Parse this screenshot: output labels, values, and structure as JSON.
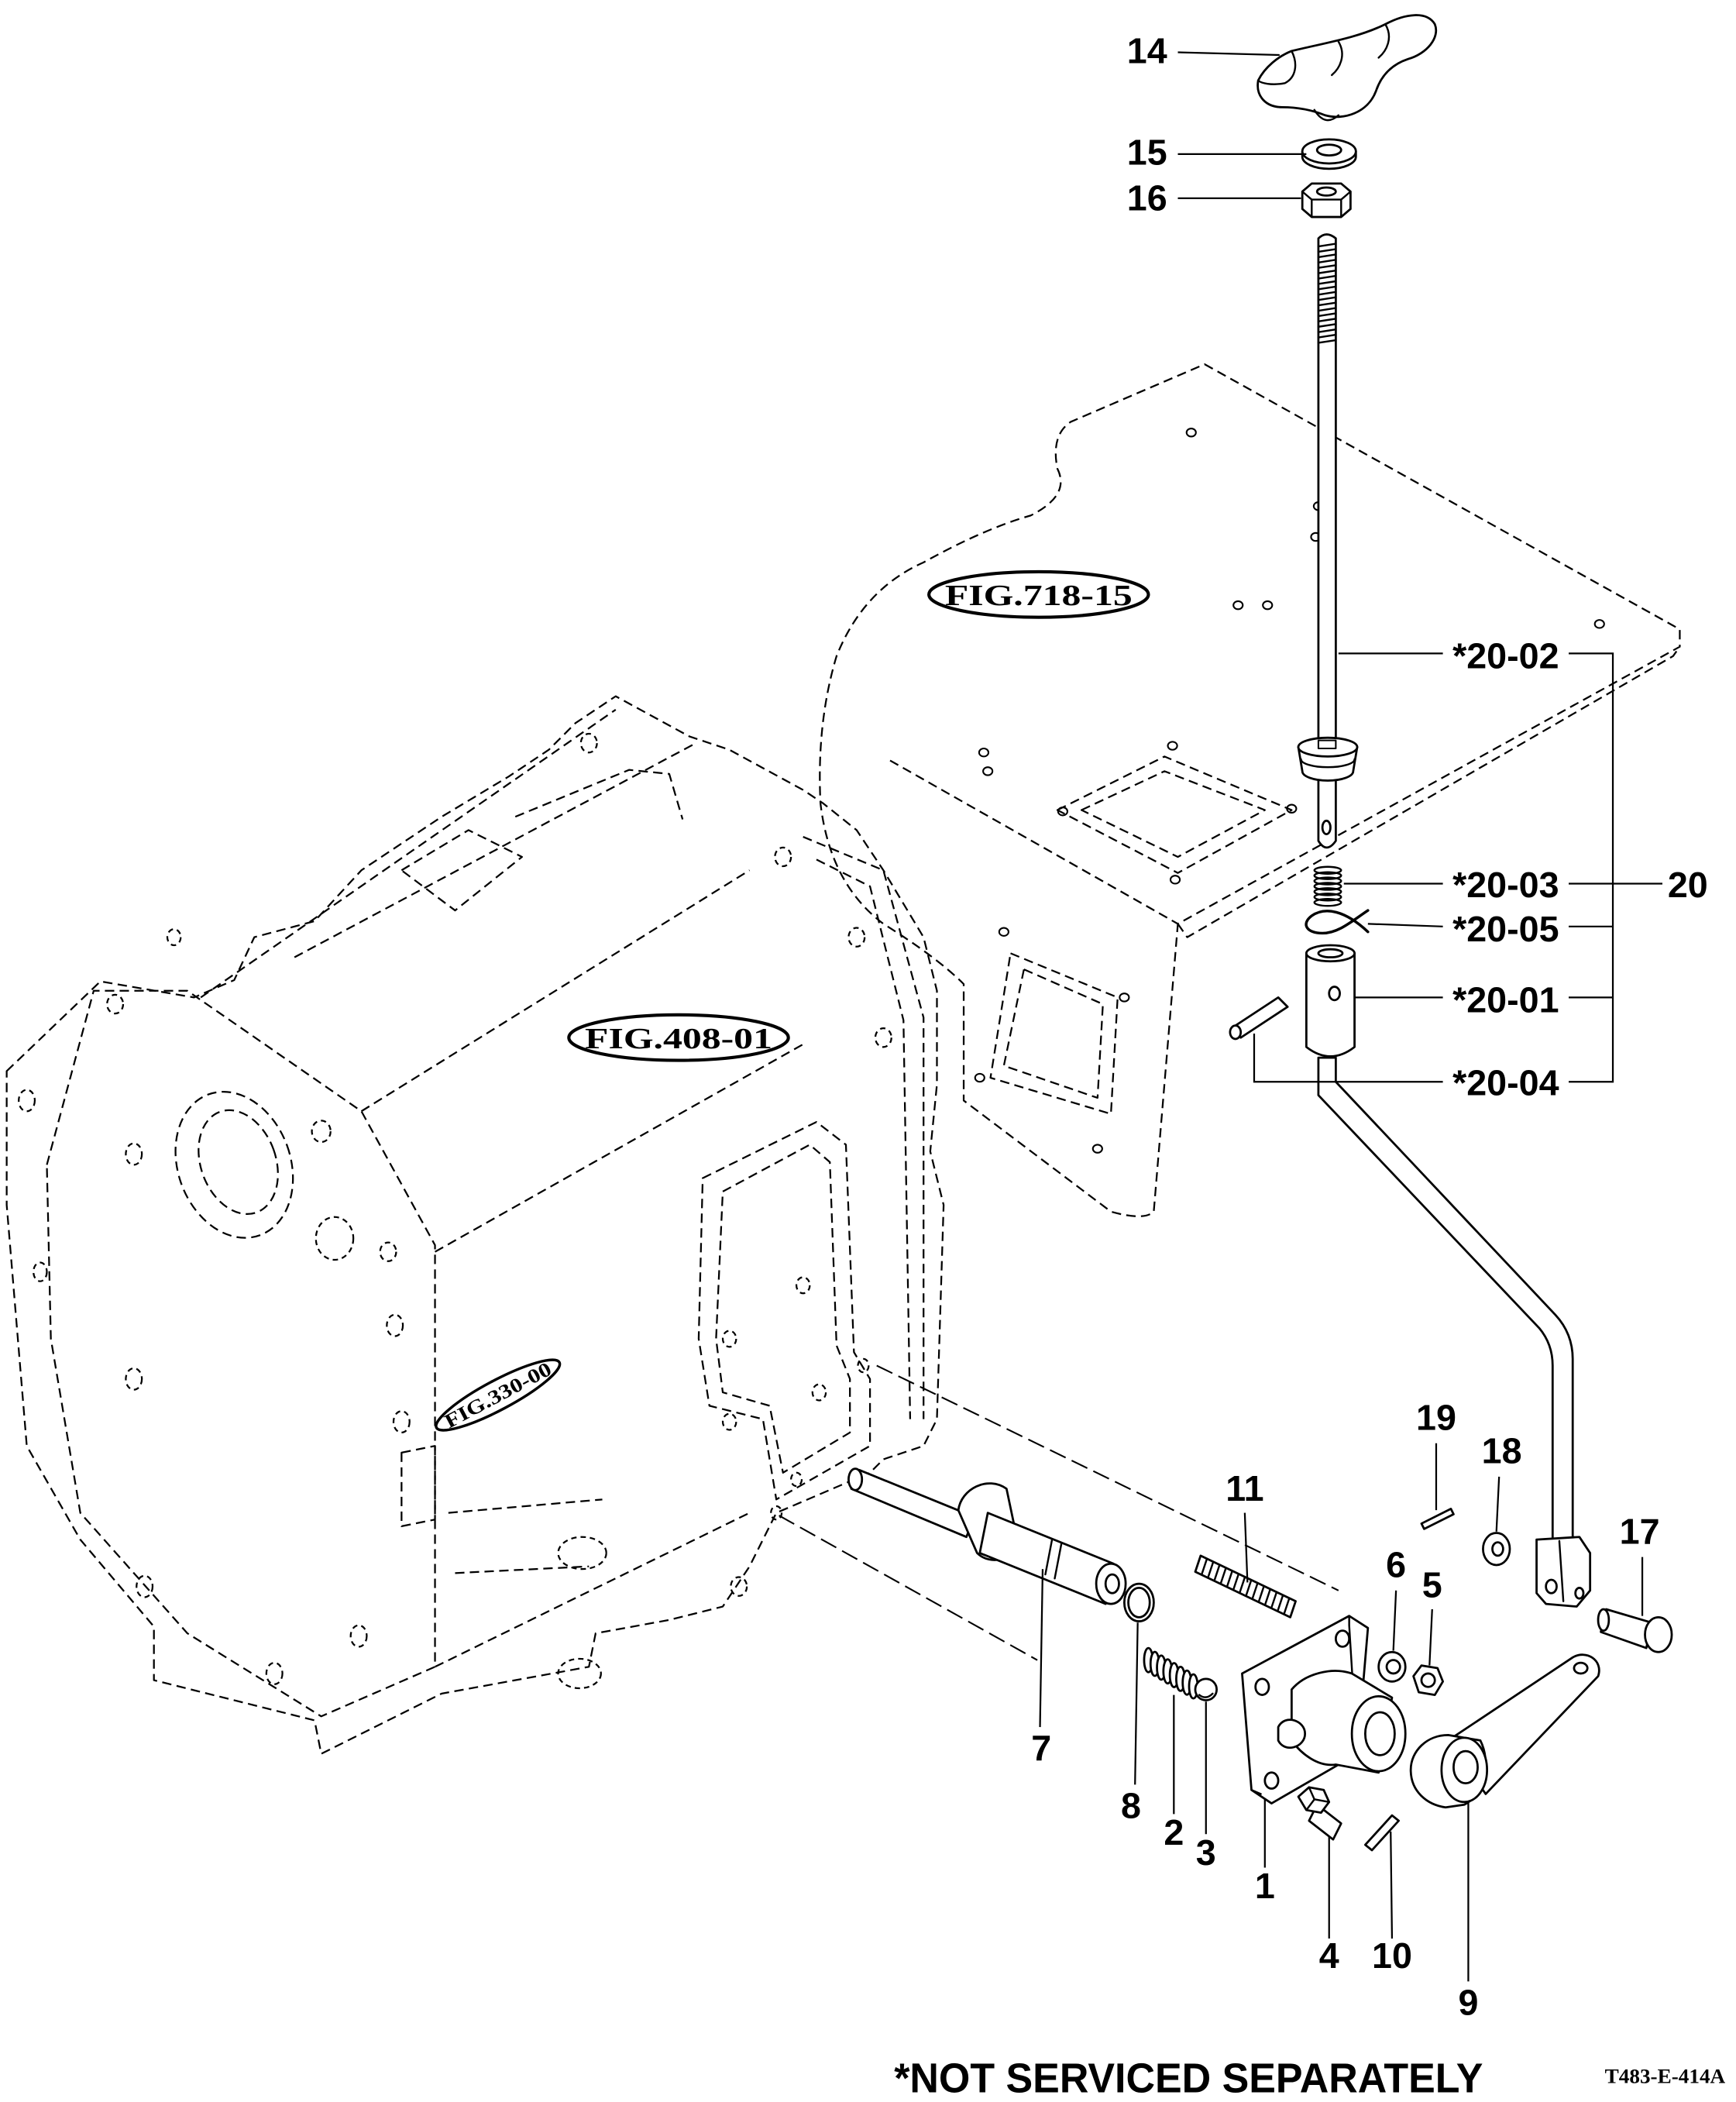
{
  "callouts": {
    "c14": "14",
    "c15": "15",
    "c16": "16",
    "c20_02": "*20-02",
    "c20_03": "*20-03",
    "c20": "20",
    "c20_05": "*20-05",
    "c20_01": "*20-01",
    "c20_04": "*20-04",
    "c11": "11",
    "c19": "19",
    "c18": "18",
    "c17": "17",
    "c6": "6",
    "c5": "5",
    "c7": "7",
    "c8": "8",
    "c2": "2",
    "c3": "3",
    "c1": "1",
    "c4": "4",
    "c10": "10",
    "c9": "9"
  },
  "figure_refs": {
    "upper": "FIG.718-15",
    "lower": "FIG.408-01",
    "side": "FIG.330-00"
  },
  "footnote": "*NOT SERVICED SEPARATELY",
  "drawing_id": "T483-E-414A",
  "colors": {
    "ink": "#000000",
    "paper": "#ffffff"
  }
}
